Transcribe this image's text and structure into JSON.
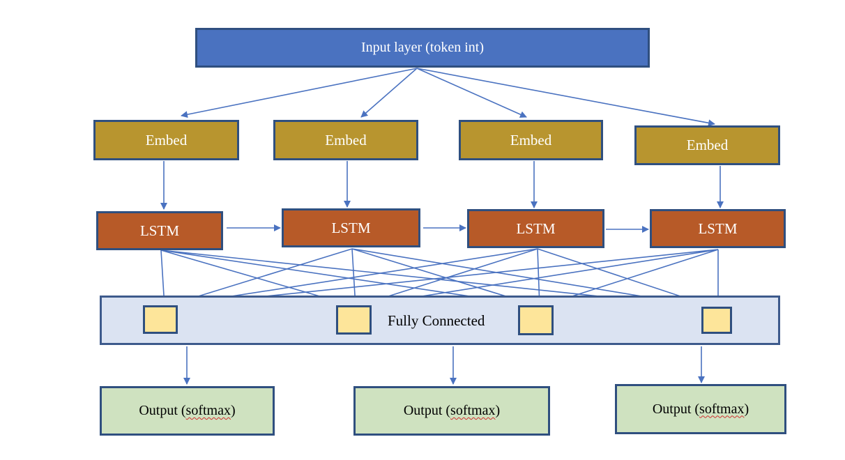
{
  "diagram": {
    "input_layer": {
      "label": "Input layer (token int)"
    },
    "embed_layers": [
      {
        "label": "Embed"
      },
      {
        "label": "Embed"
      },
      {
        "label": "Embed"
      },
      {
        "label": "Embed"
      }
    ],
    "lstm_layers": [
      {
        "label": "LSTM"
      },
      {
        "label": "LSTM"
      },
      {
        "label": "LSTM"
      },
      {
        "label": "LSTM"
      }
    ],
    "fully_connected": {
      "label": "Fully Connected"
    },
    "outputs": [
      {
        "prefix": "Output (",
        "word": "softmax",
        "suffix": ")"
      },
      {
        "prefix": "Output (",
        "word": "softmax",
        "suffix": ")"
      },
      {
        "prefix": "Output (",
        "word": "softmax",
        "suffix": ")"
      }
    ],
    "colors": {
      "input": "#4a72c0",
      "embed": "#b8952f",
      "lstm": "#b75a28",
      "fully_connected": "#dbe3f2",
      "fc_node": "#fde59a",
      "output": "#cfe2c0",
      "arrow": "#4a72c0",
      "border": "#2f4f7f"
    }
  }
}
